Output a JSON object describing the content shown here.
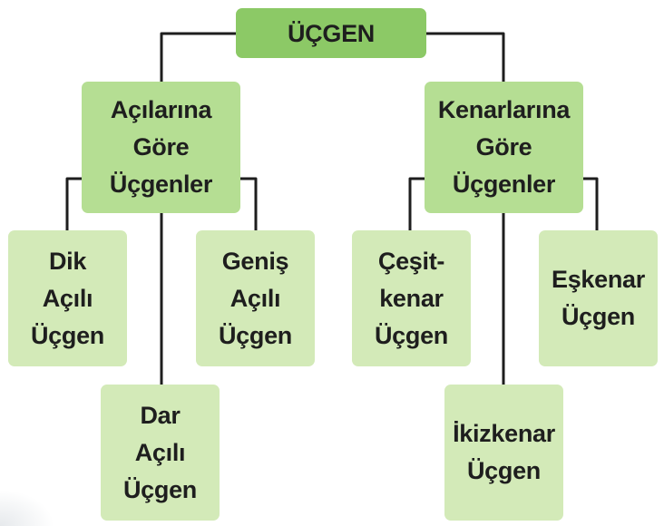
{
  "diagram": {
    "root": {
      "label": "ÜÇGEN"
    },
    "by_angles": {
      "lines": [
        "Açılarına",
        "Göre",
        "Üçgenler"
      ],
      "children": {
        "right": {
          "lines": [
            "Dik",
            "Açılı",
            "Üçgen"
          ]
        },
        "acute": {
          "lines": [
            "Dar",
            "Açılı",
            "Üçgen"
          ]
        },
        "obtuse": {
          "lines": [
            "Geniş",
            "Açılı",
            "Üçgen"
          ]
        }
      }
    },
    "by_sides": {
      "lines": [
        "Kenarlarına",
        "Göre",
        "Üçgenler"
      ],
      "children": {
        "scalene": {
          "lines": [
            "Çeşit-",
            "kenar",
            "Üçgen"
          ]
        },
        "isosceles": {
          "lines": [
            "İkizkenar",
            "Üçgen"
          ]
        },
        "equilateral": {
          "lines": [
            "Eşkenar",
            "Üçgen"
          ]
        }
      }
    },
    "colors": {
      "root_fill": "#8cc966",
      "category_fill": "#b5de93",
      "leaf_fill": "#d3eab8",
      "connector": "#1e1e1e",
      "text": "#1e1e1e"
    }
  }
}
